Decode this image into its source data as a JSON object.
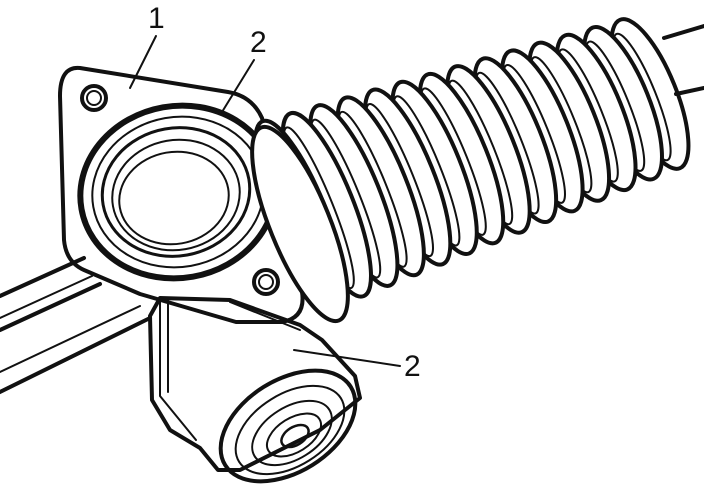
{
  "callouts": {
    "label_1": "1",
    "label_2_upper": "2",
    "label_2_lower": "2"
  },
  "colors": {
    "line": "#111111",
    "background": "#ffffff"
  }
}
